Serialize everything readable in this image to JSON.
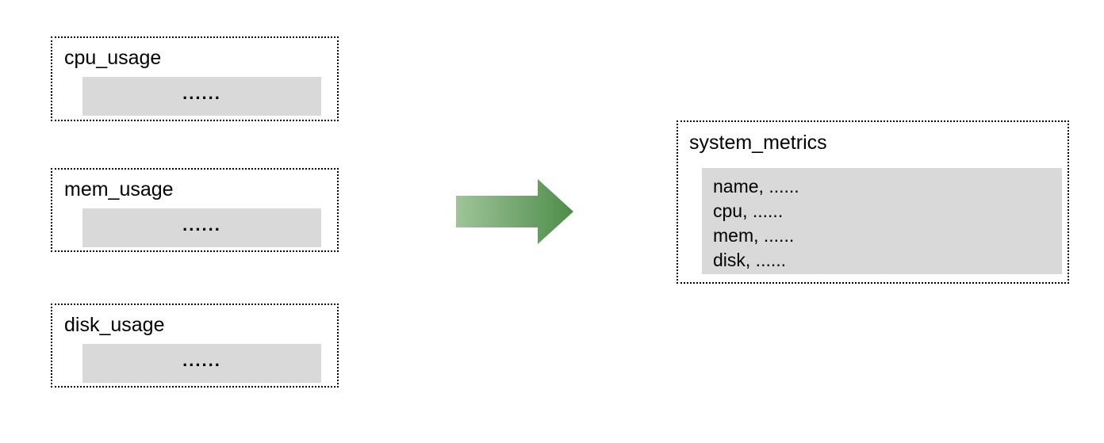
{
  "diagram": {
    "background": "#ffffff",
    "box_border_color": "#000000",
    "bar_fill_color": "#d9d9d9",
    "sources": [
      {
        "label": "cpu_usage",
        "content": "......"
      },
      {
        "label": "mem_usage",
        "content": "......"
      },
      {
        "label": "disk_usage",
        "content": "......"
      }
    ],
    "arrow": {
      "direction": "right",
      "gradient_start": "#9fc499",
      "gradient_end": "#4e8c49"
    },
    "target": {
      "label": "system_metrics",
      "fields": [
        "name, ......",
        "cpu, ......",
        "mem, ......",
        "disk, ......"
      ]
    }
  }
}
